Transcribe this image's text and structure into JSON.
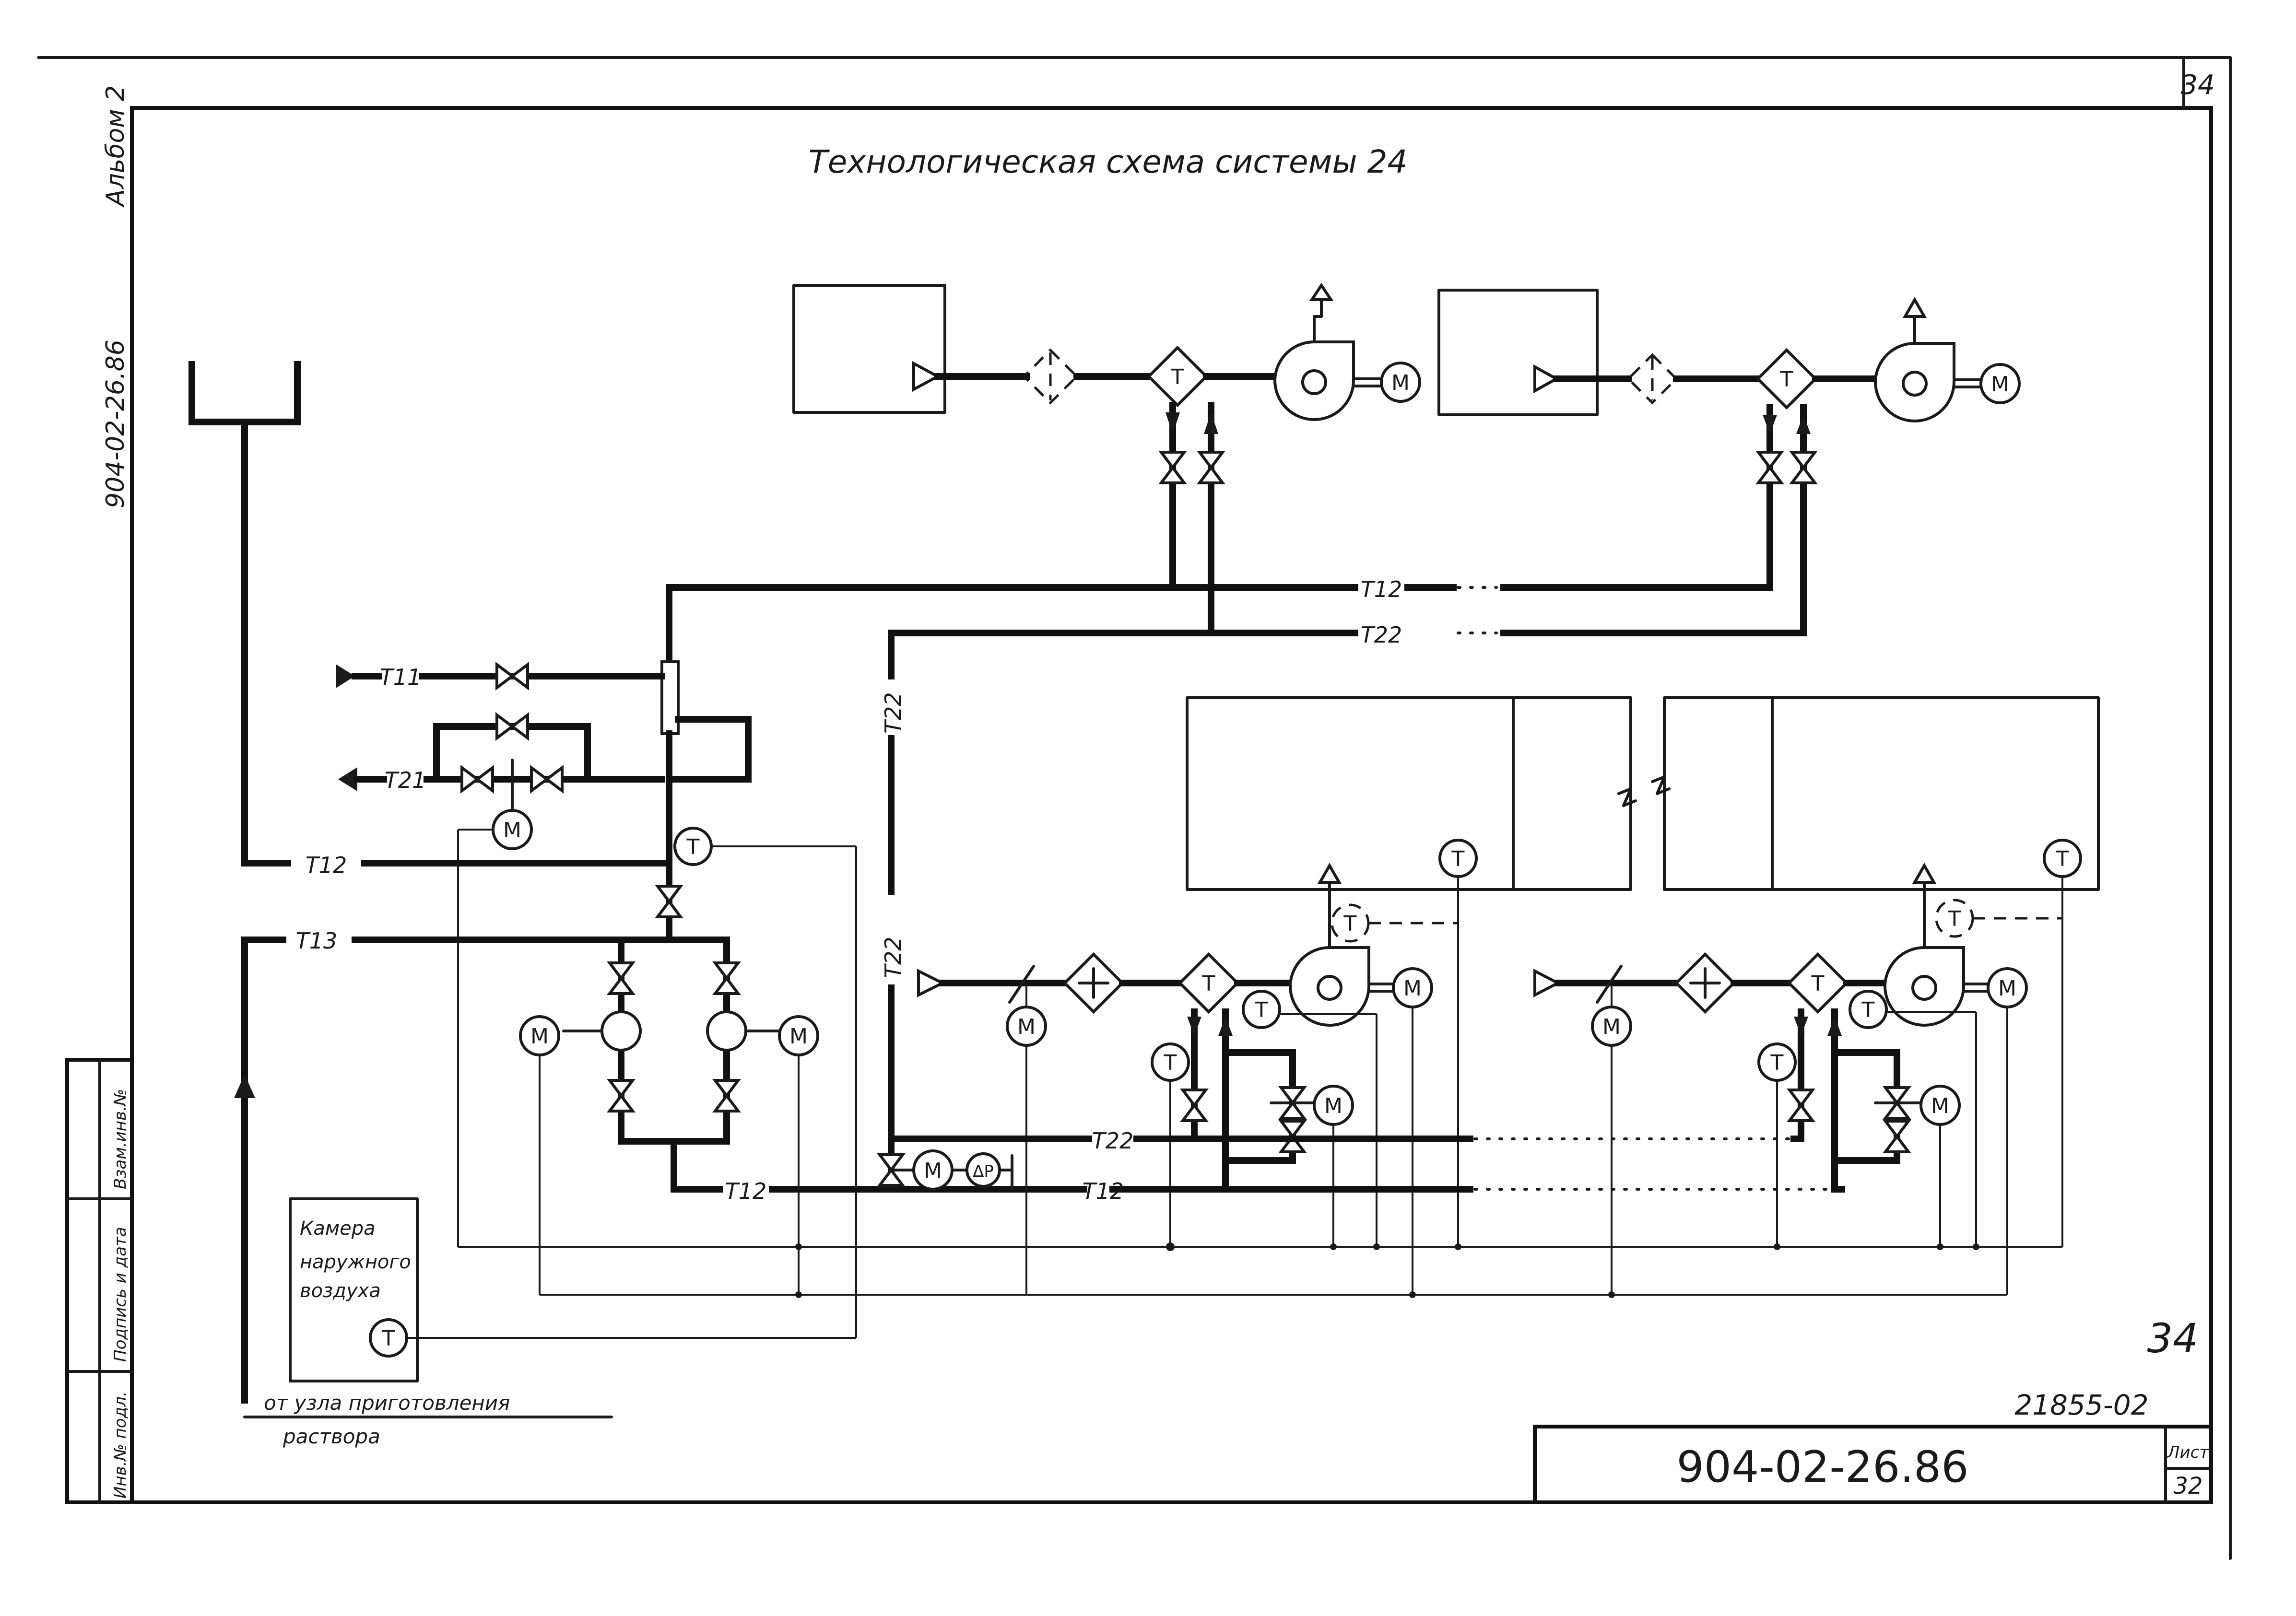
{
  "sheet": {
    "title": "Технологическая схема системы 24",
    "corner_sheet_number": "34",
    "handwritten_sheet_number": "34",
    "inventory_number": "21855-02",
    "designation": "904-02-26.86",
    "sheet_label": "Лист",
    "sheet_number": "32",
    "album_label": "Альбом 2",
    "side_designation": "904-02-26.86"
  },
  "stamp_columns": {
    "inventory_original": "Инв.№ подл.",
    "signature_date": "Подпись и дата",
    "replace_inventory": "Взам.инв.№"
  },
  "pipes": {
    "t11": "Т11",
    "t21": "Т21",
    "t12": "Т12",
    "t13": "Т13",
    "t22": "Т22"
  },
  "camera_box": {
    "line1": "Камера",
    "line2": "наружного",
    "line3": "воздуха"
  },
  "source_note": {
    "line1": "от узла приготовления",
    "line2": "раствора"
  },
  "symbols": {
    "motor": "М",
    "temp": "Т",
    "dp": "ΔР"
  }
}
